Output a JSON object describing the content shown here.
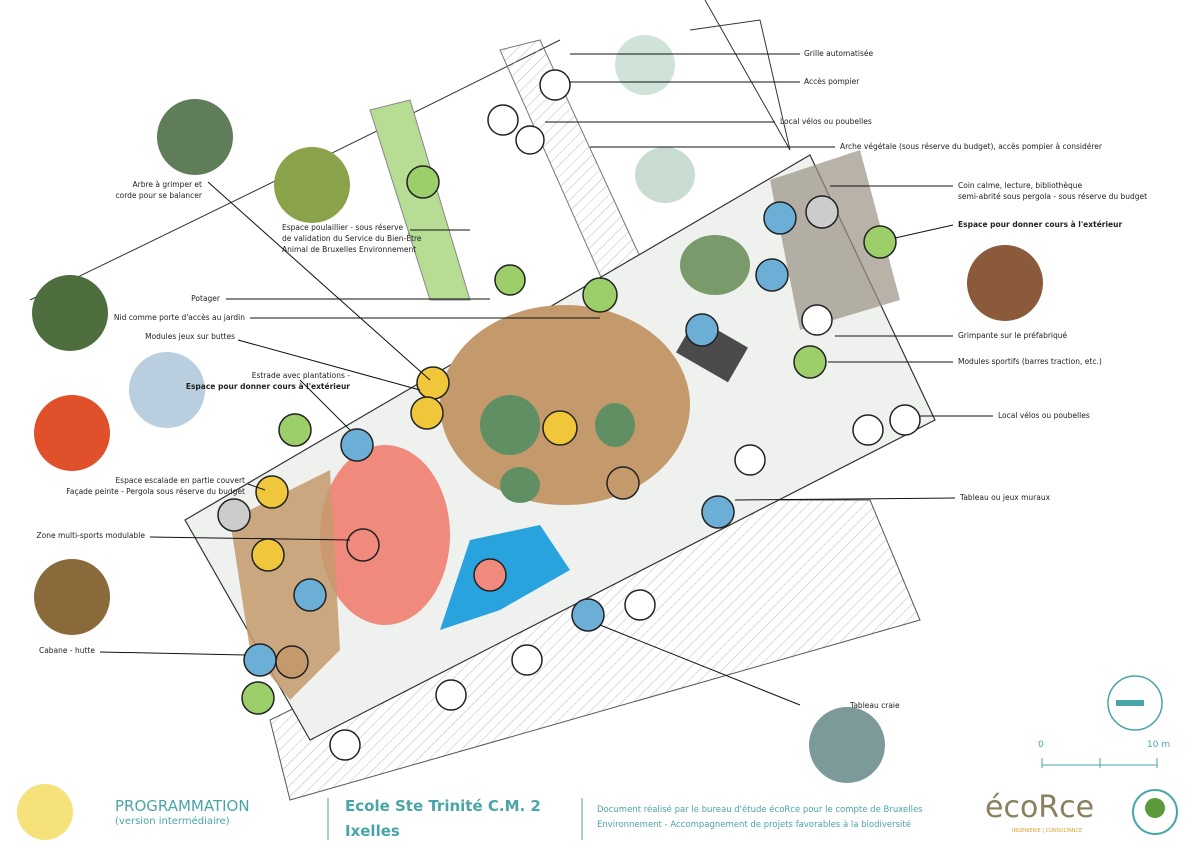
{
  "labels": {
    "grille": "Grille automatisée",
    "acces_pompier": "Accès pompier",
    "local_velos_1": "Local vélos ou poubelles",
    "arche": "Arche végétale (sous réserve du budget), accès pompier à considérer",
    "coin_calme_1": "Coin calme, lecture, bibliothèque",
    "coin_calme_2": "semi-abrité sous pergola - sous réserve du budget",
    "cours_ext_right": "Espace pour donner cours à l'extérieur",
    "grimpante": "Grimpante sur le préfabriqué",
    "modules_sportifs": "Modules sportifs (barres traction, etc.)",
    "local_velos_2": "Local vélos ou poubelles",
    "tableau_muraux": "Tableau ou jeux muraux",
    "tableau_craie": "Tableau craie",
    "arbre_1": "Arbre à grimper et",
    "arbre_2": "corde pour se balancer",
    "poulailler_1": "Espace poulaillier - sous réserve",
    "poulailler_2": "de validation du Service du Bien-Être",
    "poulailler_3": "Animal de Bruxelles Environnement",
    "potager": "Potager",
    "nid": "Nid comme porte d'accès au jardin",
    "modules_jeux": "Modules jeux sur buttes",
    "estrade_1": "Estrade avec plantations -",
    "estrade_2": "Espace pour donner cours à l'extérieur",
    "escalade_1": "Espace escalade en partie couvert",
    "escalade_2": "Façade peinte - Pergola sous réserve du budget",
    "multisports": "Zone multi-sports modulable",
    "cabane": "Cabane - hutte"
  },
  "scale": {
    "start": "0",
    "end": "10 m"
  },
  "footer": {
    "title": "PROGRAMMATION",
    "subtitle": "(version intermédiaire)",
    "school": "Ecole Ste Trinité C.M. 2",
    "commune": "Ixelles",
    "doc_1": "Document réalisé par le bureau d'étude écoRce pour le compte de Bruxelles",
    "doc_2": "Environnement - Accompagnement de projets favorables à la biodiversité",
    "logo": "écoRce",
    "logo_sub": "INGÉNIERIE | CONSULTANCE"
  },
  "colors": {
    "teal": "#4aa5a8",
    "green": "#9ccf6a",
    "brown": "#c49a6c",
    "pink": "#ef8a7d",
    "blue": "#29a3de",
    "iconblue": "#6baed6",
    "iconyellow": "#f0c63a"
  }
}
